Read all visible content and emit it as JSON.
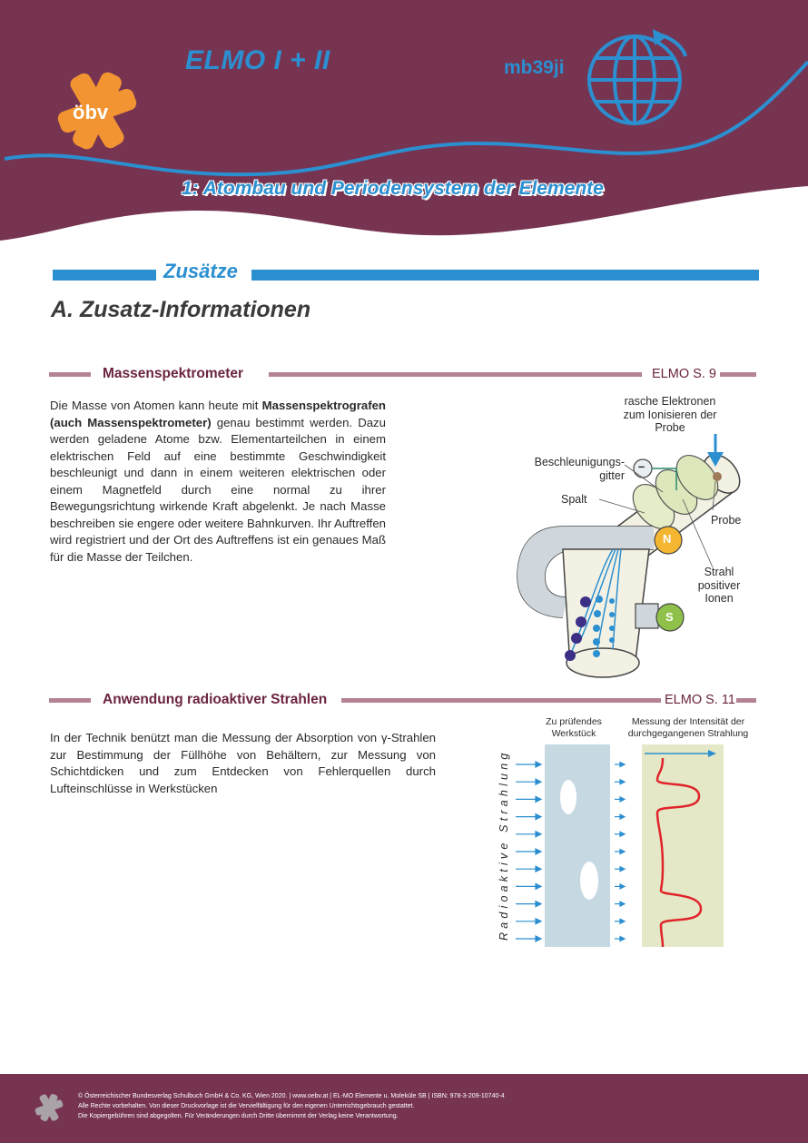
{
  "header": {
    "title": "ELMO I + II",
    "code": "mb39ji",
    "chapter": "1: Atombau und Periodensystem der Elemente",
    "logo_text": "öbv",
    "colors": {
      "band": "#763451",
      "accent": "#2b8fd0",
      "logo": "#f29432"
    }
  },
  "section": {
    "title": "Zusätze"
  },
  "heading": "A. Zusatz-Informationen",
  "massenspektrometer": {
    "title": "Massenspektrometer",
    "ref": "ELMO S. 9",
    "text_before_bold": "Die Masse von Atomen kann heute mit ",
    "text_bold": "Massenspektrografen (auch Massenspektrometer)",
    "text_after_bold": " genau bestimmt werden. Dazu werden geladene Atome bzw. Elementarteilchen in einem elektrischen Feld auf eine bestimmte Geschwindigkeit beschleunigt und dann in einem weiteren elektrischen oder einem Magnetfeld durch eine normal zu ihrer Bewegungsrichtung wirkende Kraft abgelenkt. Je nach Masse beschreiben sie engere oder weitere Bahnkurven. Ihr Auftreffen wird registriert und der Ort des Auftreffens ist ein genaues Maß für die Masse der Teilchen.",
    "diagram": {
      "label_electrons": "rasche Elektronen zum Ionisieren der Probe",
      "label_grid": "Beschleunigungs-gitter",
      "label_slit": "Spalt",
      "label_sample": "Probe",
      "label_beam": "Strahl positiver Ionen",
      "pole_n": "N",
      "pole_s": "S",
      "minus": "–"
    }
  },
  "radioaktiv": {
    "title": "Anwendung radioaktiver Strahlen",
    "ref": "ELMO S. 11",
    "text": "In der Technik benützt man die Messung der Absorption von γ-Strahlen zur Bestimmung der Füllhöhe von Behältern, zur Messung von Schichtdicken und zum Entdecken von Fehlerquellen durch Lufteinschlüsse in Werkstücken",
    "diagram": {
      "label_workpiece": "Zu prüfendes Werkstück",
      "label_measurement": "Messung der Intensität der durchgegangenen Strahlung",
      "label_radiation": "Radioaktive Strahlung"
    }
  },
  "footer": {
    "line1": "© Österreichischer Bundesverlag Schulbuch GmbH & Co. KG, Wien 2020. | www.oebv.at | EL-MO Elemente u. Moleküle SB | ISBN: 978-3-209-10740-4",
    "line2": "Alle Rechte vorbehalten. Von dieser Druckvorlage ist die Vervielfältigung für den eigenen Unterrichtsgebrauch gestattet.",
    "line3": "Die Kopiergebühren sind abgegolten. Für Veränderungen durch Dritte übernimmt der Verlag keine Verantwortung."
  }
}
